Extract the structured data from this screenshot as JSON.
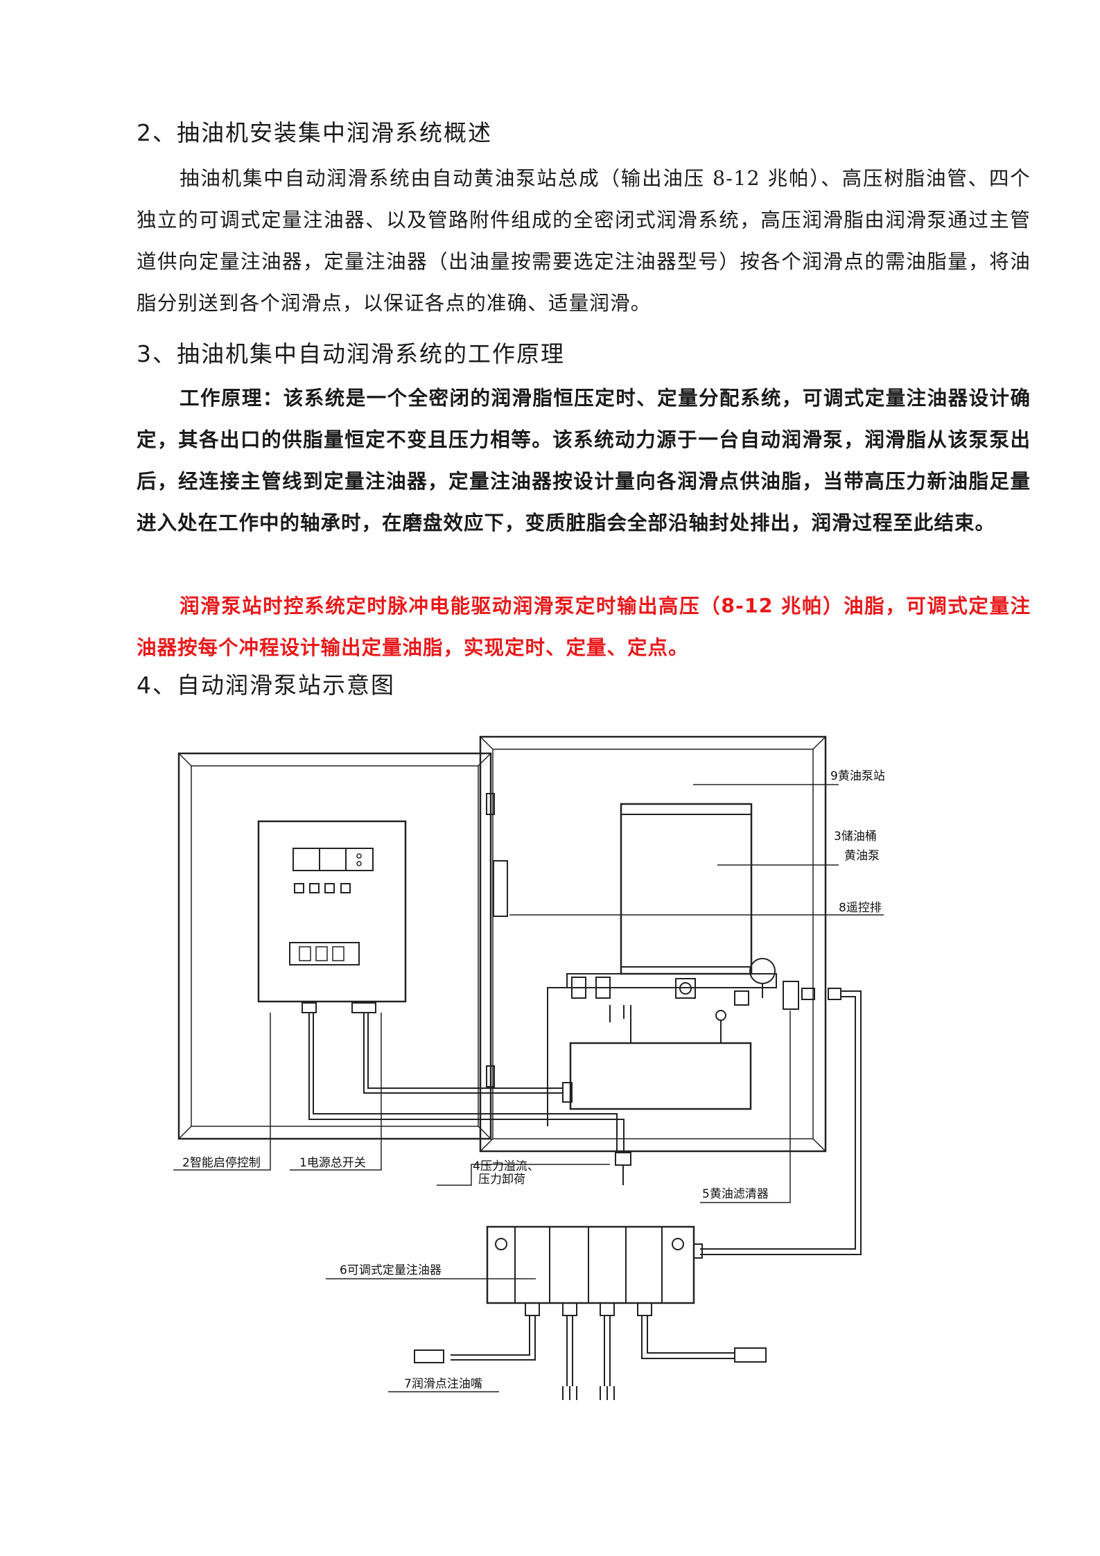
{
  "sections": [
    {
      "heading": "2、抽油机安装集中润滑系统概述",
      "paragraph": "抽油机集中自动润滑系统由自动黄油泵站总成（输出油压 8-12 兆帕）、高压树脂油管、四个独立的可调式定量注油器、以及管路附件组成的全密闭式润滑系统，高压润滑脂由润滑泵通过主管道供向定量注油器，定量注油器（出油量按需要选定注油器型号）按各个润滑点的需油脂量，将油脂分别送到各个润滑点，以保证各点的准确、适量润滑。"
    },
    {
      "heading": "3、抽油机集中自动润滑系统的工作原理",
      "paragraph": "工作原理：该系统是一个全密闭的润滑脂恒压定时、定量分配系统，可调式定量注油器设计确定，其各出口的供脂量恒定不变且压力相等。该系统动力源于一台自动润滑泵，润滑脂从该泵泵出后，经连接主管线到定量注油器，定量注油器按设计量向各润滑点供油脂，当带高压力新油脂足量进入处在工作中的轴承时，在磨盘效应下，变质脏脂会全部沿轴封处排出，润滑过程至此结束。",
      "highlight": "润滑泵站时控系统定时脉冲电能驱动润滑泵定时输出高压（8-12 兆帕）油脂，可调式定量注油器按每个冲程设计输出定量油脂，实现定时、定量、定点。"
    },
    {
      "heading": "4、自动润滑泵站示意图"
    }
  ],
  "diagram": {
    "labels": {
      "l1": "1电源总开关",
      "l2": "2智能启停控制",
      "l3a": "3储油桶",
      "l3b": "黄油泵",
      "l4a": "4压力溢流、",
      "l4b": "压力卸荷",
      "l5": "5黄油滤清器",
      "l6": "6可调式定量注油器",
      "l7": "7润滑点注油嘴",
      "l8": "8遥控排",
      "l9": "9黄油泵站"
    },
    "colors": {
      "line": "#222222",
      "text": "#1a1a1a",
      "highlight": "#e8191b"
    }
  }
}
